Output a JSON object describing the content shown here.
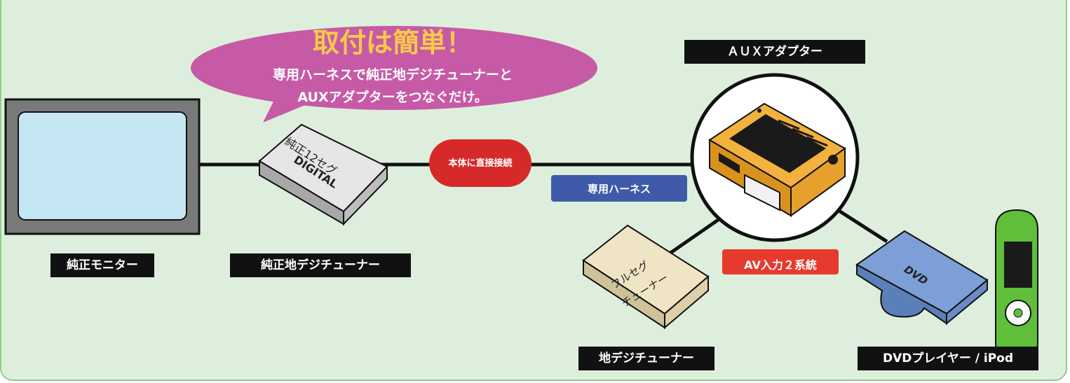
{
  "bubble": {
    "title": "取付は簡単！",
    "line1": "専用ハーネスで純正地デジチューナーと",
    "line2": "AUXアダプターをつなぐだけ。"
  },
  "labels": {
    "monitor": "純正モニター",
    "genuine_tuner": "純正地デジチューナー",
    "aux_adapter": "ＡＵＸアダプター",
    "terrestrial_tuner": "地デジチューナー",
    "dvd_ipod": "DVDプレイヤー / iPod"
  },
  "badges": {
    "direct_connect": "本体に直接接続",
    "harness": "専用ハーネス",
    "av_input": "AV入力２系統"
  },
  "devices": {
    "genuine_tuner_line1": "純正12セグ",
    "genuine_tuner_line2": "DIGITAL",
    "fullseg_line1": "フルセグ",
    "fullseg_line2": "チューナー",
    "dvd": "DVD"
  },
  "colors": {
    "background": "#ddefdc",
    "border": "#8ccf8c",
    "bubble": "#c75aa6",
    "bubble_title": "#f7c948",
    "red_badge": "#d62a2a",
    "blue_badge": "#3e5aa8",
    "aux_body": "#f0a830",
    "dvd_body": "#7b9fd6",
    "ipod_body": "#5fbf3a",
    "tuner_gray": "#d4d4d4",
    "tuner_beige": "#e6d9b3"
  }
}
